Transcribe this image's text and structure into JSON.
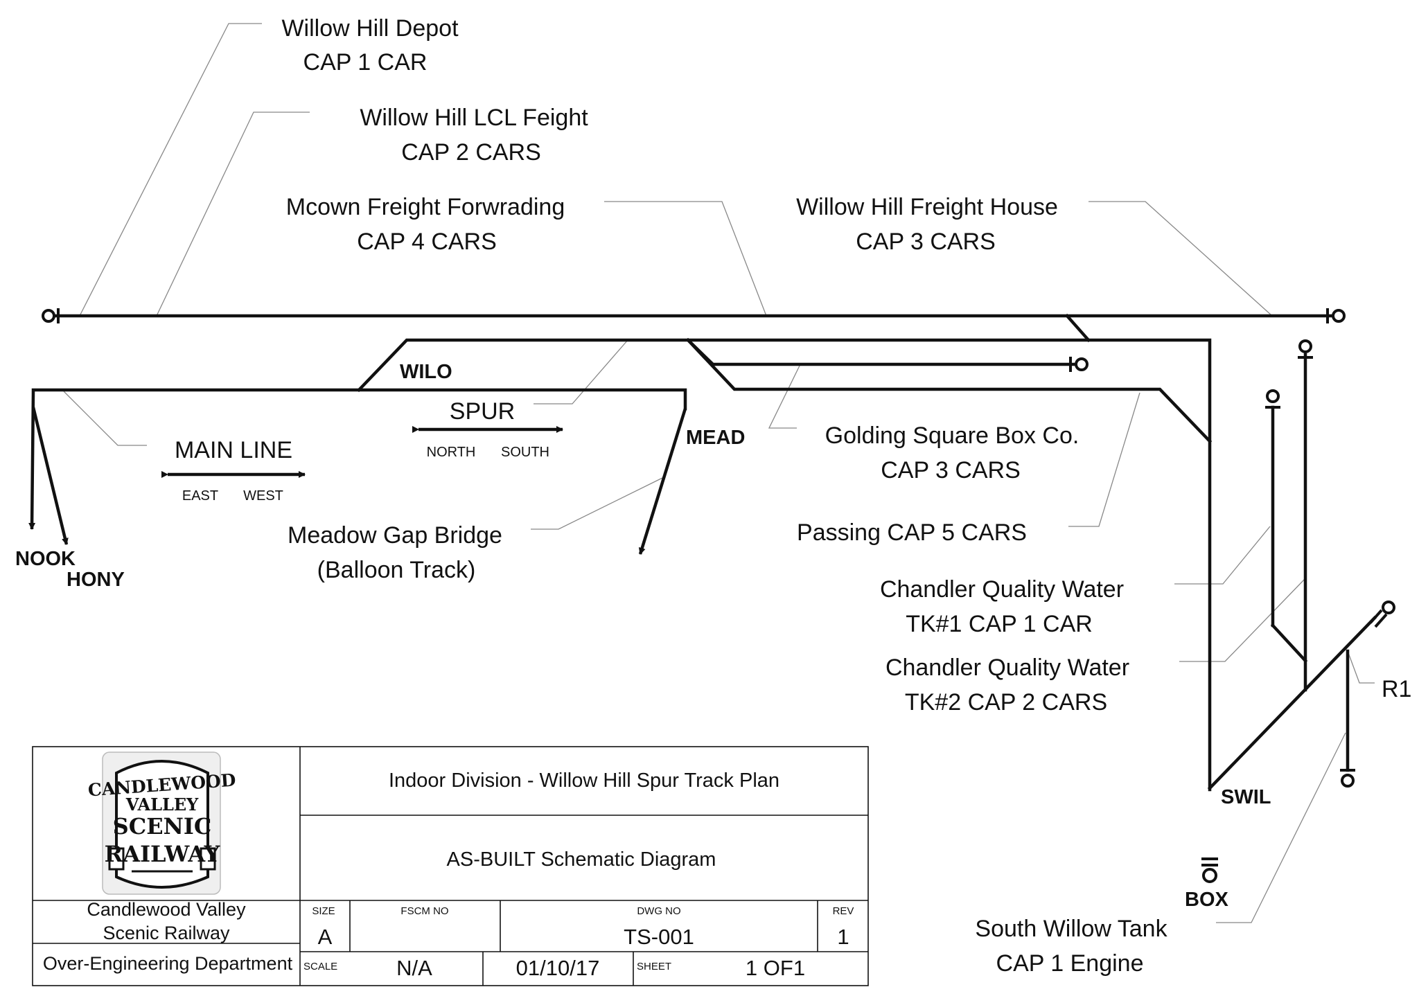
{
  "labels": {
    "depot": [
      "Willow Hill Depot",
      "CAP 1 CAR"
    ],
    "lcl": [
      "Willow Hill LCL Feight",
      "CAP 2 CARS"
    ],
    "mcown": [
      "Mcown Freight Forwrading",
      "CAP 4 CARS"
    ],
    "freight_house": [
      "Willow Hill Freight House",
      "CAP 3 CARS"
    ],
    "golding": [
      "Golding Square Box Co.",
      "CAP 3 CARS"
    ],
    "passing": "Passing CAP 5 CARS",
    "cqw1": [
      "Chandler Quality Water",
      "TK#1 CAP 1 CAR"
    ],
    "cqw2": [
      "Chandler Quality Water",
      "TK#2 CAP 2 CARS"
    ],
    "meadow": [
      "Meadow Gap Bridge",
      "(Balloon Track)"
    ],
    "south_willow": [
      "South Willow Tank",
      "CAP 1 Engine"
    ],
    "r1": "R1"
  },
  "stations": {
    "wilo": "WILO",
    "mead": "MEAD",
    "nook": "NOOK",
    "hony": "HONY",
    "swil": "SWIL",
    "box": "BOX"
  },
  "direction": {
    "main_line": "MAIN LINE",
    "east": "EAST",
    "west": "WEST",
    "spur": "SPUR",
    "north": "NORTH",
    "south": "SOUTH"
  },
  "title_block": {
    "logo_lines": [
      "CANDLEWOOD",
      "VALLEY",
      "SCENIC",
      "RAILWAY"
    ],
    "org_line1": "Candlewood Valley",
    "org_line2": "Scenic Railway",
    "department": "Over-Engineering Department",
    "title": "Indoor Division - Willow Hill Spur Track Plan",
    "subtitle": "AS-BUILT Schematic Diagram",
    "size_label": "SIZE",
    "size_value": "A",
    "fscm_label": "FSCM NO",
    "fscm_value": "",
    "dwg_label": "DWG NO",
    "dwg_value": "TS-001",
    "rev_label": "REV",
    "rev_value": "1",
    "scale_label": "SCALE",
    "scale_value": "N/A",
    "date": "01/10/17",
    "sheet_label": "SHEET",
    "sheet_value": "1 OF1"
  }
}
